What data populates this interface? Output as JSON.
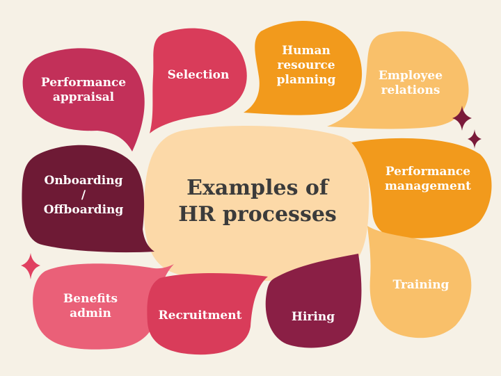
{
  "diagram": {
    "center_title": "Examples of\nHR processes",
    "colors": {
      "background": "#f6f1e6",
      "center": "#fcd9a8",
      "crimson": "#d93c5a",
      "rose": "#c23059",
      "maroon": "#6e1a35",
      "wine": "#8a1f45",
      "pink": "#ea6078",
      "orange": "#f29a1c",
      "light_orange": "#f7b34a",
      "peach": "#f9c06a",
      "sparkle_dark": "#7a1a3a",
      "sparkle_pink": "#e04060",
      "text_dark": "#3b3b3b",
      "text_light": "#ffffff"
    },
    "processes": [
      {
        "label": "Performance\nappraisal"
      },
      {
        "label": "Selection"
      },
      {
        "label": "Human\nresource\nplanning"
      },
      {
        "label": "Employee\nrelations"
      },
      {
        "label": "Onboarding\n/\nOffboarding"
      },
      {
        "label": "Performance\nmanagement"
      },
      {
        "label": "Benefits\nadmin"
      },
      {
        "label": "Recruitment"
      },
      {
        "label": "Hiring"
      },
      {
        "label": "Training"
      }
    ]
  }
}
